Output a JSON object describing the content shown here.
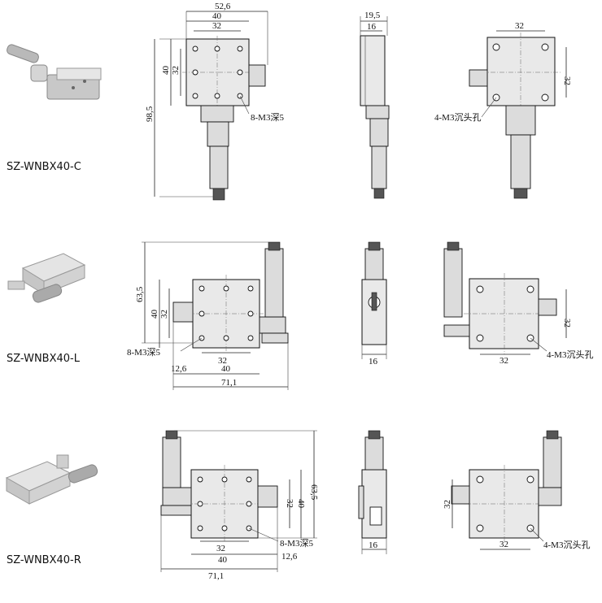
{
  "rows": [
    {
      "model": "SZ-WNBX40-C",
      "dims": {
        "d1": "52,6",
        "d2": "40",
        "d3": "32",
        "d4": "40",
        "d5": "32",
        "d6": "98,5",
        "d7": "19,5",
        "d8": "16",
        "d9": "32",
        "d10": "32"
      },
      "notes": {
        "tap": "8-M3深5",
        "counter": "4-M3沉头孔"
      }
    },
    {
      "model": "SZ-WNBX40-L",
      "dims": {
        "d1": "63,5",
        "d2": "40",
        "d3": "32",
        "d4": "32",
        "d5": "12,6",
        "d6": "40",
        "d7": "71,1",
        "d8": "16",
        "d9": "32",
        "d10": "32"
      },
      "notes": {
        "tap": "8-M3深5",
        "counter": "4-M3沉头孔"
      }
    },
    {
      "model": "SZ-WNBX40-R",
      "dims": {
        "d1": "63,5",
        "d2": "40",
        "d3": "32",
        "d4": "32",
        "d5": "12,6",
        "d6": "40",
        "d7": "71,1",
        "d8": "16",
        "d9": "32",
        "d10": "32"
      },
      "notes": {
        "tap": "8-M3深5",
        "counter": "4-M3沉头孔"
      }
    }
  ]
}
